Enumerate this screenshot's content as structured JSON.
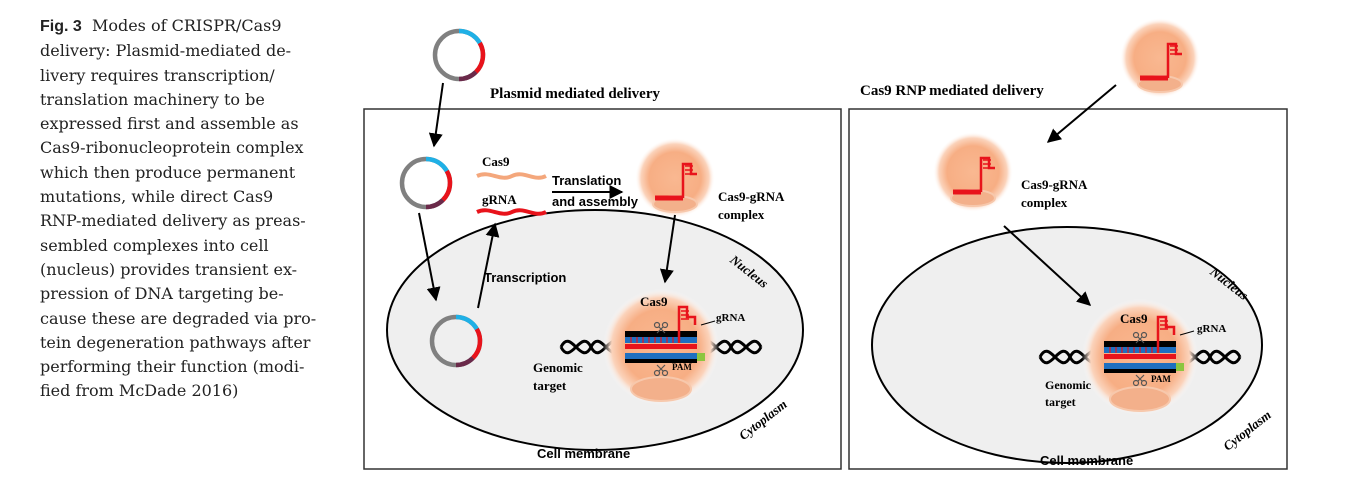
{
  "caption": {
    "fig_label": "Fig. 3",
    "text": "Modes of CRISPR/Cas9\ndelivery: Plasmid-mediated de-\nlivery requires transcription/\ntranslation machinery to be\nexpressed first and assemble as\nCas9-ribonucleoprotein complex\nwhich then produce permanent\nmutations, while direct Cas9\nRNP-mediated delivery as preas-\nsembled complexes into cell\n(nucleus) provides transient ex-\npression of DNA targeting be-\ncause these are degraded via pro-\ntein degeneration pathways after\nperforming their function (modi-\nfied from McDade 2016)"
  },
  "left_panel": {
    "title": "Plasmid mediated  delivery",
    "cas9_label": "Cas9",
    "grna_label": "gRNA",
    "translation_label_1": "Translation",
    "translation_label_2": "and assembly",
    "complex_label_1": "Cas9-gRNA",
    "complex_label_2": "complex",
    "transcription_label": "Transcription",
    "nucleus_label": "Nucleus",
    "cas9_bound_label": "Cas9",
    "grna_bound_label": "gRNA",
    "pam_label": "PAM",
    "genomic_label_1": "Genomic",
    "genomic_label_2": "target",
    "cytoplasm_label": "Cytoplasm",
    "membrane_label": "Cell membrane"
  },
  "right_panel": {
    "title": "Cas9 RNP mediated  delivery",
    "complex_label_1": "Cas9-gRNA",
    "complex_label_2": "complex",
    "nucleus_label": "Nucleus",
    "cas9_bound_label": "Cas9",
    "grna_bound_label": "gRNA",
    "pam_label": "PAM",
    "genomic_label_1": "Genomic",
    "genomic_label_2": "target",
    "cytoplasm_label": "Cytoplasm",
    "membrane_label": "Cell membrane"
  },
  "colors": {
    "cas9_glow": "#f4a77c",
    "grna_red": "#e8131b",
    "plasmid_blue": "#1fb0e6",
    "plasmid_purple": "#6b2a4a",
    "plasmid_gray": "#808080",
    "cell_fill": "#efefef",
    "dna_blue": "#1e6fc0",
    "pam_green": "#8cc63f"
  }
}
